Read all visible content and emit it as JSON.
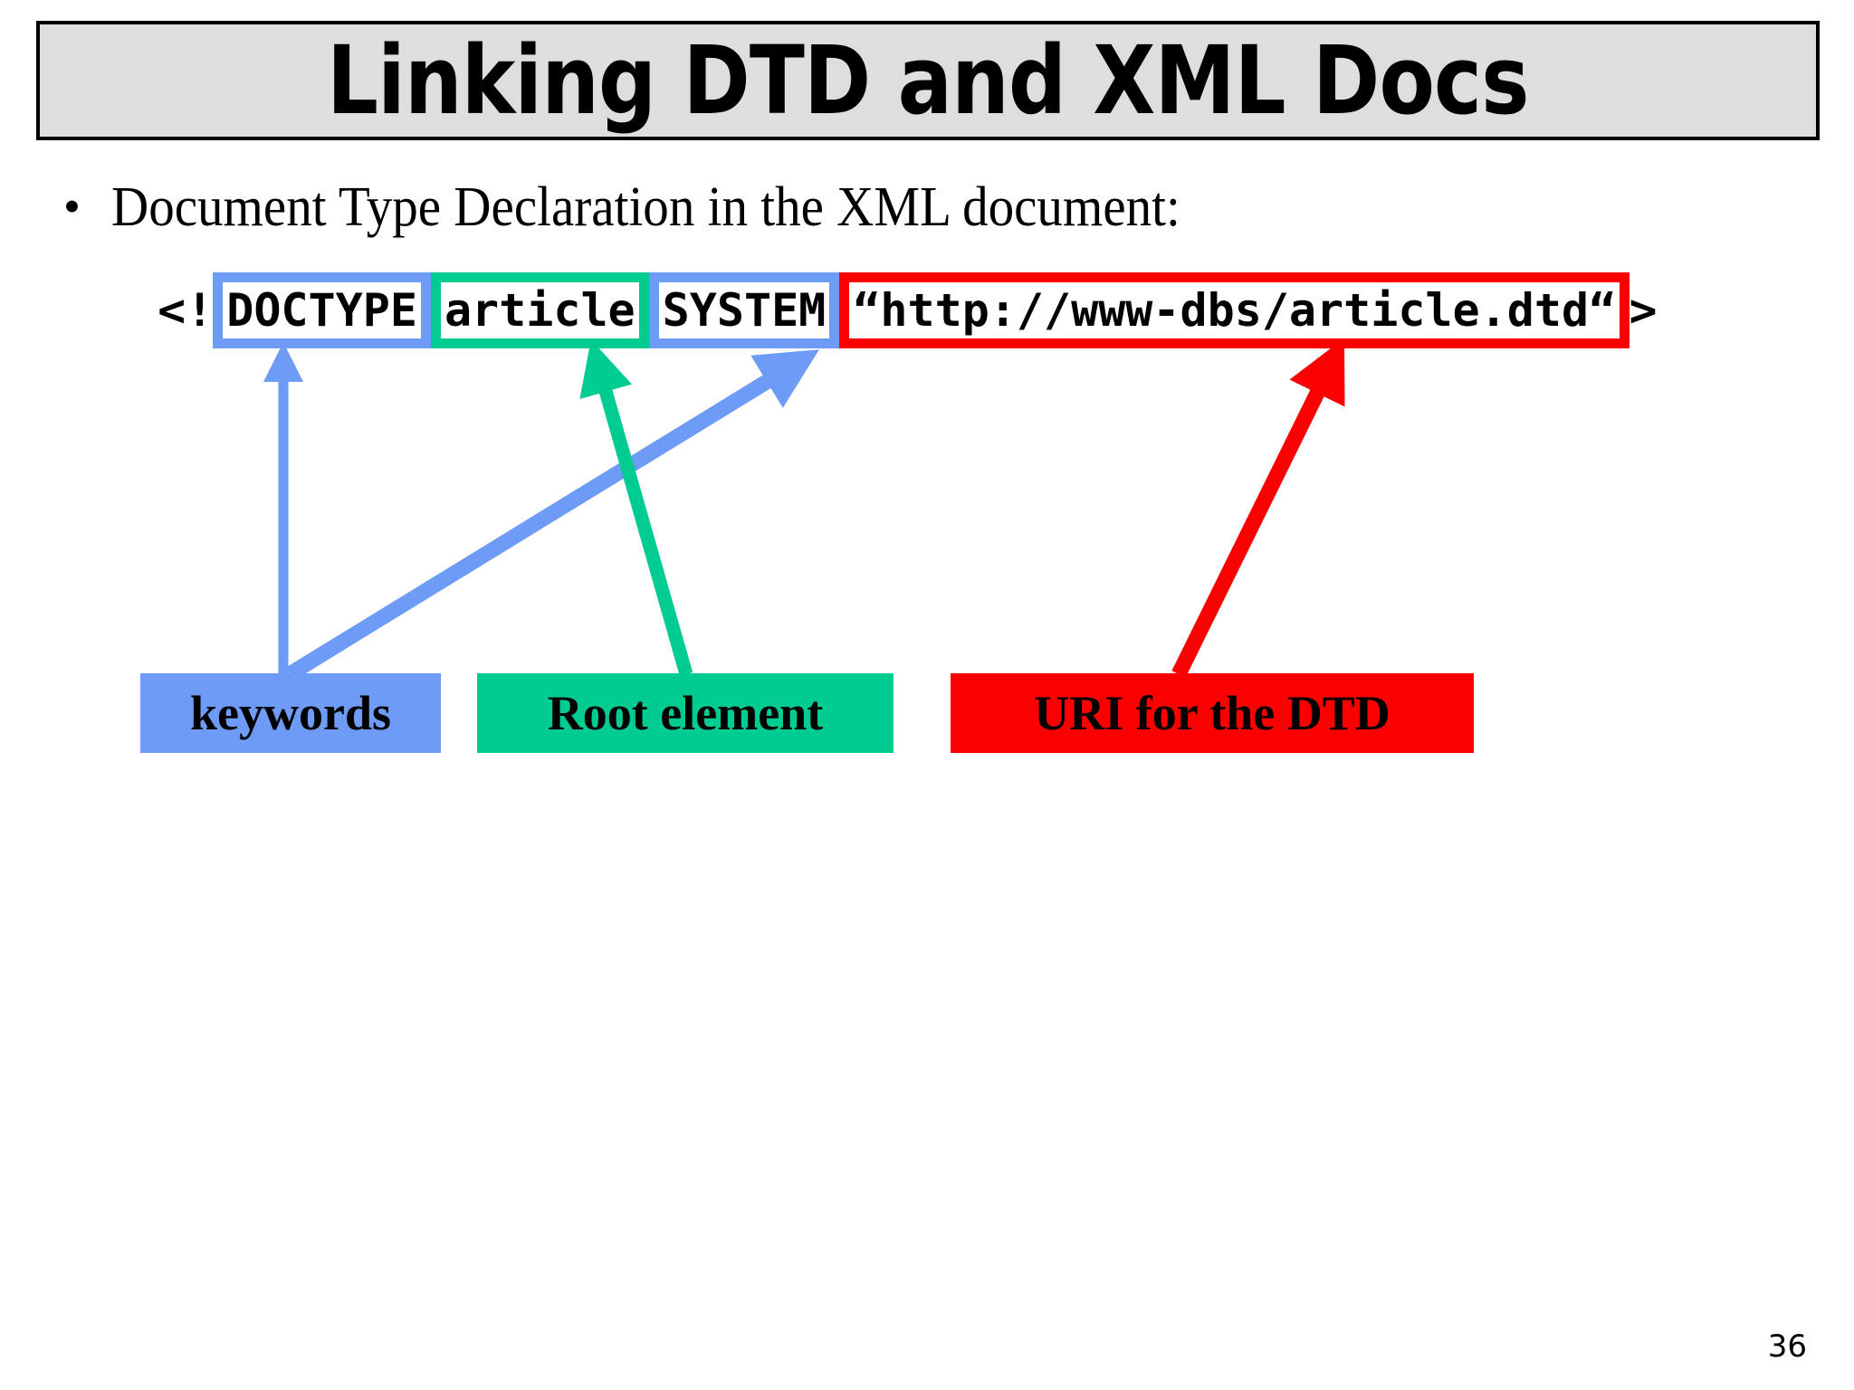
{
  "slide": {
    "title": "Linking DTD and XML Docs",
    "page_number": "36",
    "background_color": "#ffffff",
    "title_fill": "#dedede",
    "title_border": "#000000"
  },
  "bullet": {
    "marker": "•",
    "text": "Document Type Declaration in the XML document:"
  },
  "code_line": {
    "prefix": "<!",
    "suffix": ">",
    "chunks": [
      {
        "id": "doctype",
        "text": "DOCTYPE",
        "color": "#6e9bf5",
        "style": "blue"
      },
      {
        "id": "article",
        "text": "article",
        "color": "#00cc92",
        "style": "green"
      },
      {
        "id": "system",
        "text": "SYSTEM",
        "color": "#6e9bf5",
        "style": "blue"
      },
      {
        "id": "uri",
        "text": "“http://www-dbs/article.dtd“",
        "color": "#fa0000",
        "style": "red"
      }
    ],
    "full_text": "<!DOCTYPE article SYSTEM “http://www-dbs/article.dtd“>"
  },
  "legend": [
    {
      "id": "keywords",
      "label": "keywords",
      "color": "#6e9bf5"
    },
    {
      "id": "root",
      "label": "Root element",
      "color": "#00cc92"
    },
    {
      "id": "uri",
      "label": "URI for the DTD",
      "color": "#fa0000"
    }
  ],
  "arrows": [
    {
      "id": "keywords-to-doctype",
      "color": "#6e9bf5",
      "from": "keywords",
      "to": "DOCTYPE"
    },
    {
      "id": "keywords-to-system",
      "color": "#6e9bf5",
      "from": "keywords",
      "to": "SYSTEM"
    },
    {
      "id": "root-to-article",
      "color": "#00cc92",
      "from": "Root element",
      "to": "article"
    },
    {
      "id": "uri-to-url",
      "color": "#fa0000",
      "from": "URI for the DTD",
      "to": "URI string"
    }
  ]
}
